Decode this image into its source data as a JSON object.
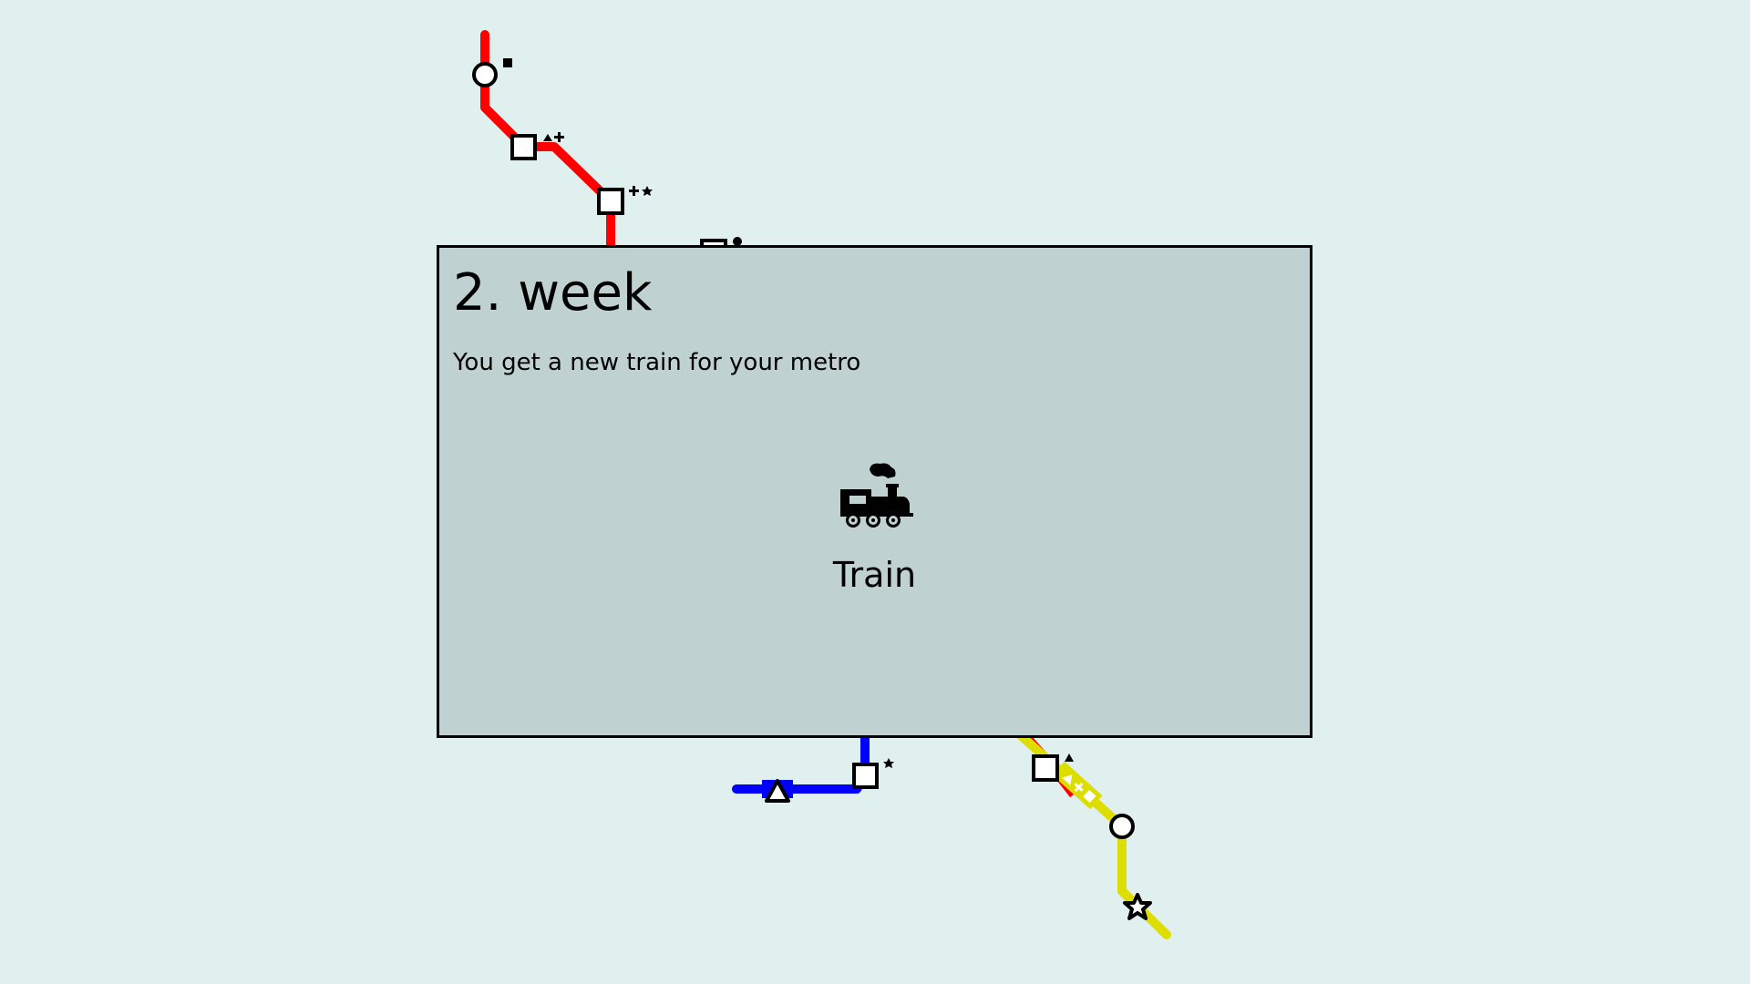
{
  "colors": {
    "background": "#e0f0ef",
    "dialog_bg": "#bfd1d0",
    "line_red": "#ff0000",
    "line_blue": "#0000ff",
    "line_yellow": "#dddd00"
  },
  "map": {
    "lines": [
      {
        "name": "red",
        "color": "#ff0000"
      },
      {
        "name": "blue",
        "color": "#0000ff"
      },
      {
        "name": "yellow",
        "color": "#dddd00"
      }
    ],
    "stations": [
      {
        "shape": "circle",
        "waiting": [
          "square"
        ]
      },
      {
        "shape": "square",
        "waiting": [
          "triangle",
          "plus"
        ]
      },
      {
        "shape": "square",
        "waiting": [
          "plus",
          "star"
        ]
      },
      {
        "shape": "square",
        "waiting": [
          "circle"
        ]
      },
      {
        "shape": "square",
        "waiting": [
          "star"
        ]
      },
      {
        "shape": "triangle",
        "waiting": []
      },
      {
        "shape": "square",
        "waiting": [
          "triangle"
        ]
      },
      {
        "shape": "circle",
        "waiting": []
      },
      {
        "shape": "star",
        "waiting": []
      }
    ],
    "trains": [
      {
        "line": "blue",
        "passengers": []
      },
      {
        "line": "yellow",
        "passengers": [
          "triangle",
          "plus",
          "square"
        ]
      }
    ]
  },
  "dialog": {
    "title": "2. week",
    "message": "You get a new train for your metro",
    "reward": {
      "icon": "locomotive-icon",
      "label": "Train"
    }
  }
}
